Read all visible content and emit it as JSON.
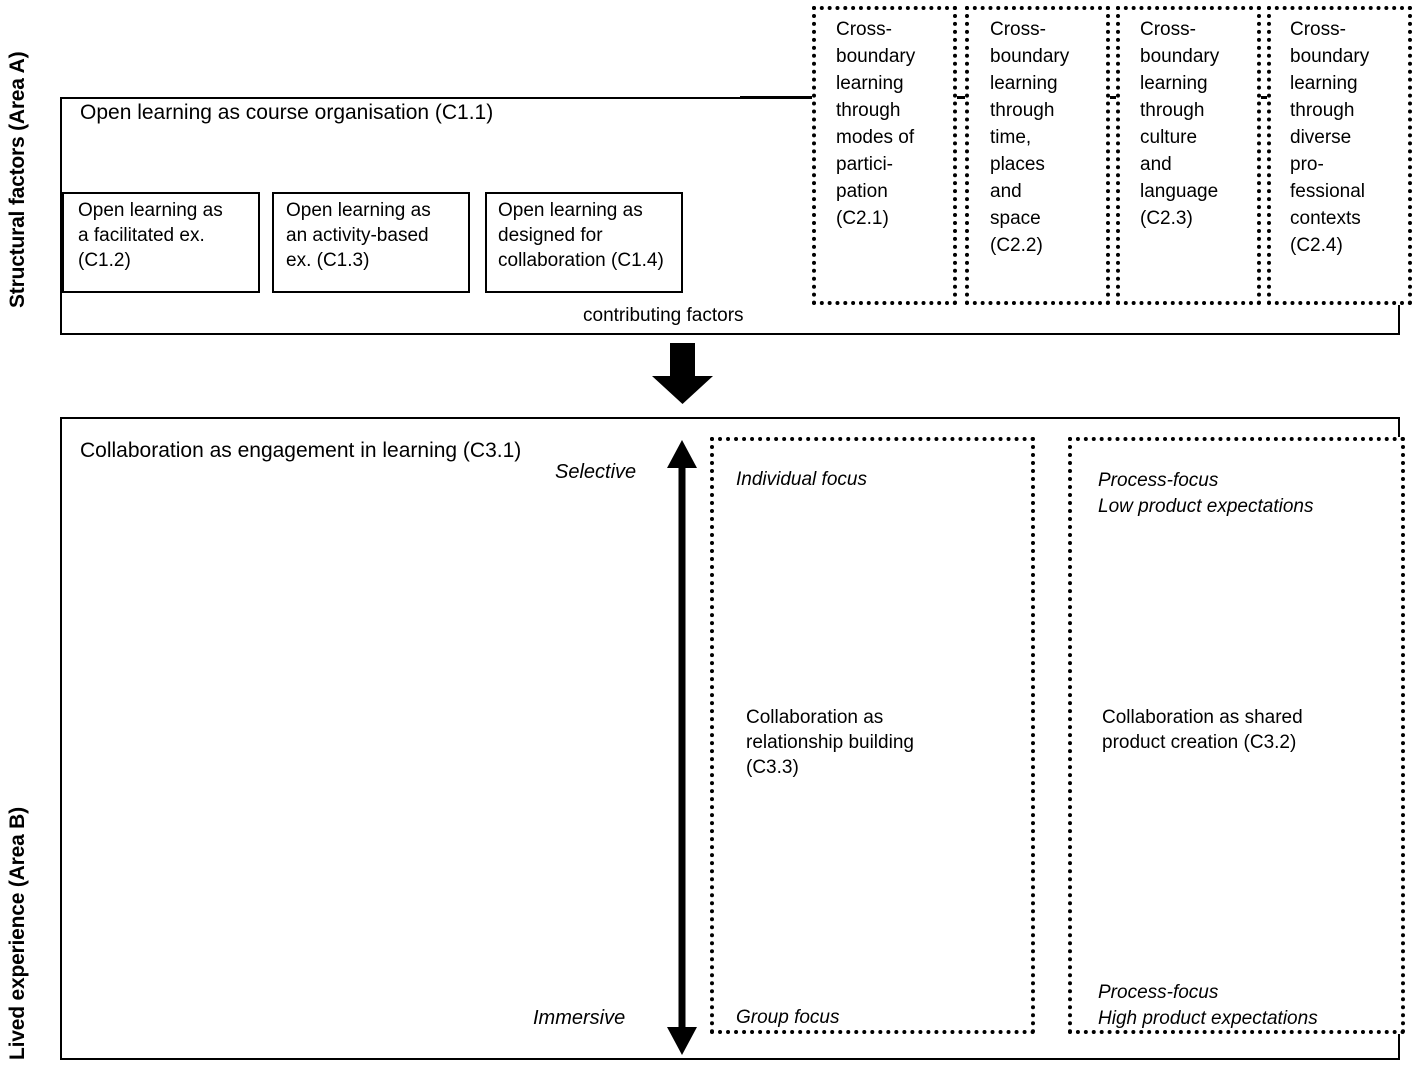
{
  "figure": {
    "axis_labels": {
      "area_a": "Structural factors (Area A)",
      "area_b": "Lived experience (Area B)"
    },
    "area_a": {
      "title": "Open learning as course organisation (C1.1)",
      "sub_boxes": [
        {
          "label": "Open learning as\na facilitated ex.\n(C1.2)"
        },
        {
          "label": "Open learning as\nan activity-based\nex. (C1.3)"
        },
        {
          "label": "Open learning as\ndesigned for\ncollaboration (C1.4)"
        }
      ],
      "contributing_caption": "contributing factors",
      "cross_boundary_boxes": [
        {
          "label": "Cross-\nboundary\nlearning\nthrough\nmodes of\npartici-\npation\n(C2.1)"
        },
        {
          "label": "Cross-\nboundary\nlearning\nthrough\ntime,\nplaces\nand\nspace\n(C2.2)"
        },
        {
          "label": "Cross-\nboundary\nlearning\nthrough\nculture\nand\nlanguage\n(C2.3)"
        },
        {
          "label": "Cross-\nboundary\nlearning\nthrough\ndiverse\npro-\nfessional\ncontexts\n(C2.4)"
        }
      ]
    },
    "transition_arrow": "down-arrow",
    "area_b": {
      "title": "Collaboration as engagement in learning (C3.1)",
      "axis": {
        "top_label": "Selective",
        "bottom_label": "Immersive"
      },
      "columns": [
        {
          "top_label": "Individual focus",
          "center_label": "Collaboration as\nrelationship building\n(C3.3)",
          "bottom_label": "Group focus"
        },
        {
          "top_label": "Process-focus\nLow product expectations",
          "center_label": "Collaboration as shared\nproduct creation (C3.2)",
          "bottom_label": "Process-focus\nHigh product expectations"
        }
      ]
    },
    "colors": {
      "stroke": "#000000",
      "background": "#ffffff"
    }
  }
}
